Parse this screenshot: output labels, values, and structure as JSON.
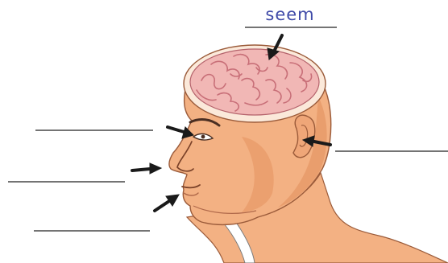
{
  "diagram": {
    "labels": [
      {
        "id": "brain",
        "text": "seem"
      },
      {
        "id": "eye",
        "text": ""
      },
      {
        "id": "nose",
        "text": ""
      },
      {
        "id": "mouth",
        "text": ""
      },
      {
        "id": "ear",
        "text": ""
      }
    ]
  },
  "colors": {
    "skin": "#f3b183",
    "skin_shadow": "#e3915f",
    "brain": "#f1b7b5",
    "brain_fold": "#c86f78",
    "label_text": "#3f4aa8",
    "line": "#222222"
  }
}
